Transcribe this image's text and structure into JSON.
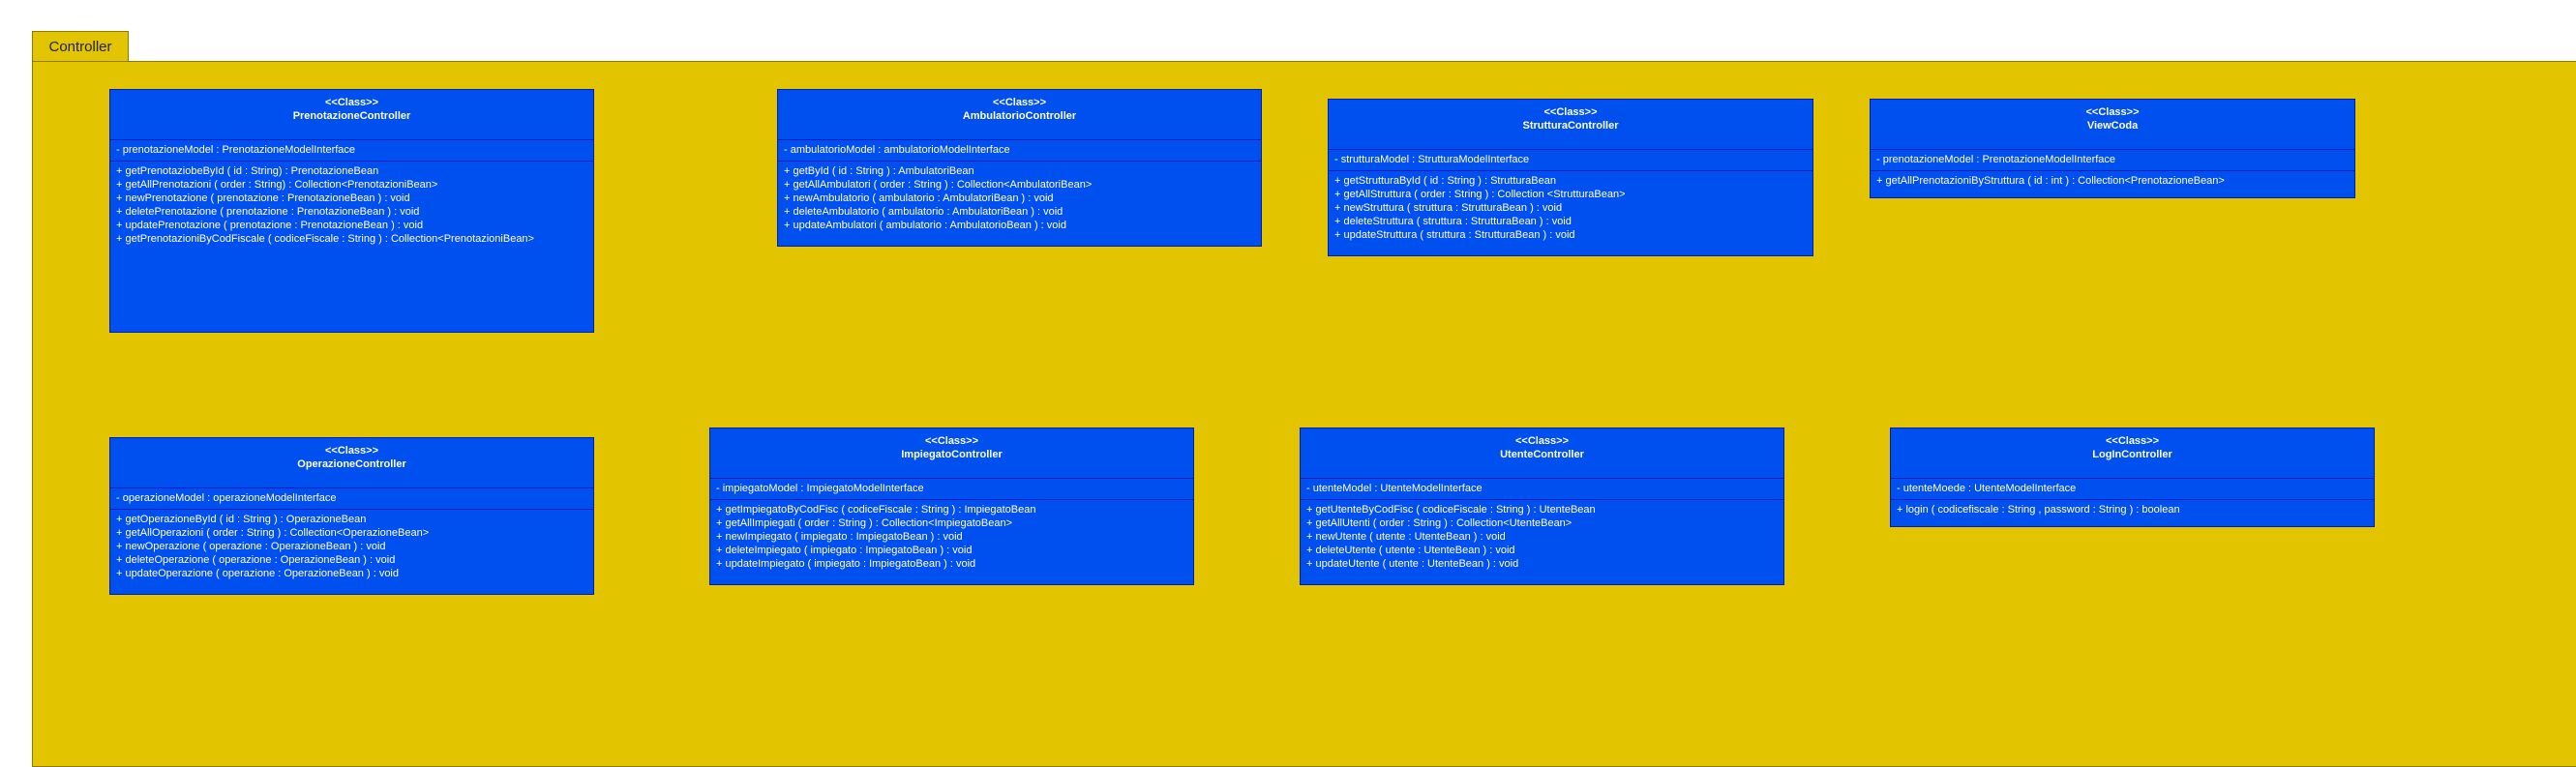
{
  "package": {
    "name": "Controller"
  },
  "classes": [
    {
      "stereotype": "<<Class>>",
      "name": "PrenotazioneController",
      "attributes": [
        "- prenotazioneModel : PrenotazioneModelInterface"
      ],
      "operations": [
        "+ getPrenotaziobeById ( id : String) : PrenotazioneBean",
        "+ getAllPrenotazioni ( order : String) : Collection<PrenotazioniBean>",
        "+ newPrenotazione ( prenotazione : PrenotazioneBean ) : void",
        "+ deletePrenotazione ( prenotazione : PrenotazioneBean ) : void",
        "+ updatePrenotazione ( prenotazione : PrenotazioneBean ) : void",
        "+ getPrenotazioniByCodFiscale ( codiceFiscale : String ) : Collection<PrenotazioniBean>"
      ]
    },
    {
      "stereotype": "<<Class>>",
      "name": "AmbulatorioController",
      "attributes": [
        "- ambulatorioModel : ambulatorioModelInterface"
      ],
      "operations": [
        "+ getById ( id : String ) : AmbulatoriBean",
        "+ getAllAmbulatori ( order : String ) : Collection<AmbulatoriBean>",
        "+ newAmbulatorio ( ambulatorio : AmbulatoriBean ) : void",
        "+ deleteAmbulatorio ( ambulatorio : AmbulatoriBean ) : void",
        "+ updateAmbulatori ( ambulatorio : AmbulatorioBean ) : void"
      ]
    },
    {
      "stereotype": "<<Class>>",
      "name": "StrutturaController",
      "attributes": [
        "- strutturaModel : StrutturaModelInterface"
      ],
      "operations": [
        "+ getStrutturaById ( id : String ) : StrutturaBean",
        "+ getAllStruttura ( order : String ) : Collection <StrutturaBean>",
        "+ newStruttura ( struttura : StrutturaBean ) : void",
        "+ deleteStruttura ( struttura : StrutturaBean ) : void",
        "+ updateStruttura ( struttura : StrutturaBean ) : void"
      ]
    },
    {
      "stereotype": "<<Class>>",
      "name": "ViewCoda",
      "attributes": [
        "- prenotazioneModel : PrenotazioneModelInterface"
      ],
      "operations": [
        "+ getAllPrenotazioniByStruttura ( id : int ) : Collection<PrenotazioneBean>"
      ]
    },
    {
      "stereotype": "<<Class>>",
      "name": "OperazioneController",
      "attributes": [
        "- operazioneModel : operazioneModelInterface"
      ],
      "operations": [
        "+ getOperazioneById ( id : String ) : OperazioneBean",
        "+ getAllOperazioni ( order : String ) : Collection<OperazioneBean>",
        "+ newOperazione ( operazione : OperazioneBean ) : void",
        "+ deleteOperazione ( operazione : OperazioneBean ) : void",
        "+ updateOperazione ( operazione : OperazioneBean ) : void"
      ]
    },
    {
      "stereotype": "<<Class>>",
      "name": "ImpiegatoController",
      "attributes": [
        "- impiegatoModel : ImpiegatoModelInterface"
      ],
      "operations": [
        "+ getImpiegatoByCodFisc ( codiceFiscale : String ) : ImpiegatoBean",
        "+ getAllImpiegati ( order : String ) : Collection<ImpiegatoBean>",
        "+ newImpiegato ( impiegato : ImpiegatoBean ) : void",
        "+ deleteImpiegato ( impiegato : ImpiegatoBean ) : void",
        "+ updateImpiegato ( impiegato : ImpiegatoBean ) : void"
      ]
    },
    {
      "stereotype": "<<Class>>",
      "name": "UtenteController",
      "attributes": [
        "- utenteModel : UtenteModelInterface"
      ],
      "operations": [
        "+ getUtenteByCodFisc ( codiceFiscale : String ) : UtenteBean",
        "+ getAllUtenti ( order : String ) : Collection<UtenteBean>",
        "+ newUtente ( utente : UtenteBean ) : void",
        "+ deleteUtente ( utente : UtenteBean ) : void",
        "+ updateUtente ( utente : UtenteBean ) : void"
      ]
    },
    {
      "stereotype": "<<Class>>",
      "name": "LogInController",
      "attributes": [
        "- utenteMoede : UtenteModelInterface"
      ],
      "operations": [
        "+ login ( codicefiscale : String , password : String ) : boolean"
      ]
    }
  ]
}
